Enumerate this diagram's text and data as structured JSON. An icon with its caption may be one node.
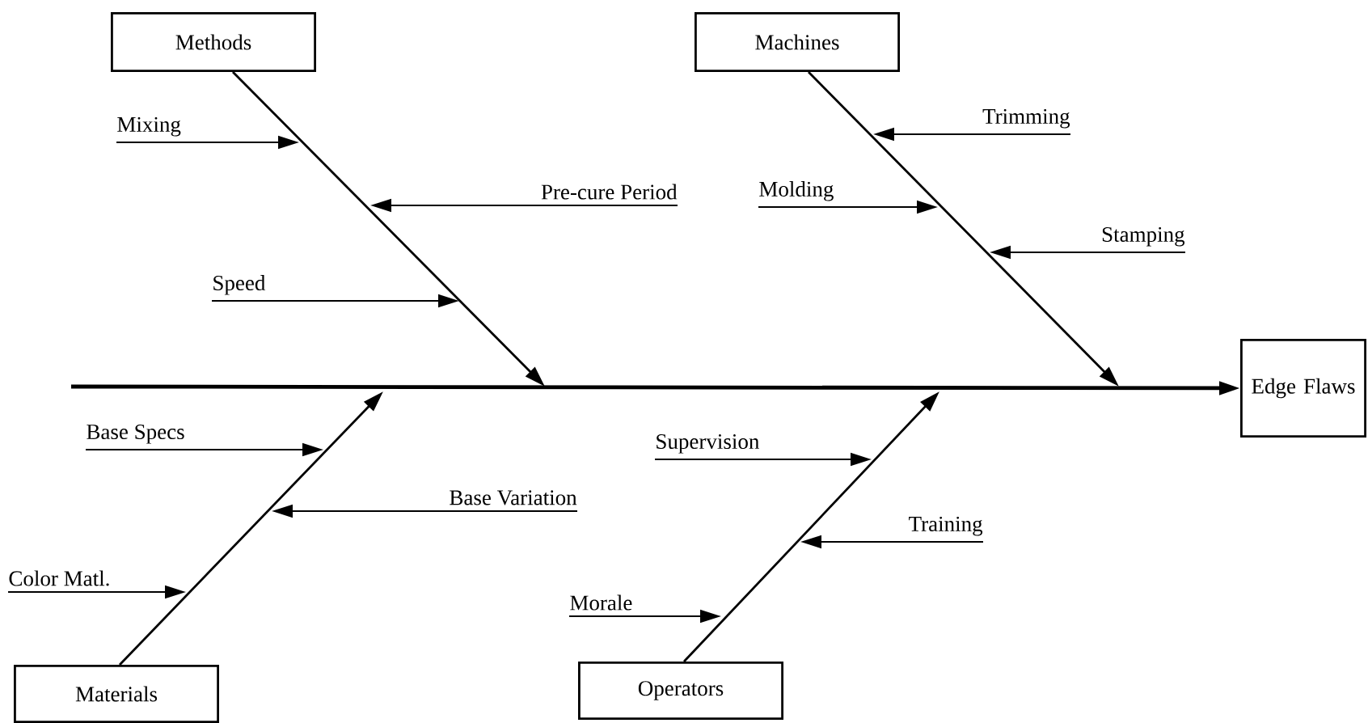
{
  "diagram": {
    "nodes": [
      {
        "text": [
          "Methods"
        ]
      },
      {
        "text": [
          "Machines"
        ]
      },
      {
        "text": [
          "Mixing"
        ]
      },
      {
        "text": [
          "Trimming"
        ]
      },
      {
        "text": [
          "Pre-cure Period"
        ]
      },
      {
        "text": [
          "Molding"
        ]
      },
      {
        "text": [
          "Stamping"
        ]
      },
      {
        "text": [
          "Speed"
        ]
      },
      {
        "text": [
          "Edge Flaws"
        ]
      },
      {
        "text": [
          "Base Specs"
        ]
      },
      {
        "text": [
          "Supervision"
        ]
      },
      {
        "text": [
          "Base Variation"
        ]
      },
      {
        "text": [
          "Training"
        ]
      },
      {
        "text": [
          "Color Matl."
        ]
      },
      {
        "text": [
          "Morale"
        ]
      },
      {
        "text": [
          "Materials"
        ]
      },
      {
        "text": [
          "Operators"
        ]
      }
    ],
    "edges": [
      {
        "from": null,
        "to": 8,
        "arrow": "to",
        "style": "thick"
      },
      {
        "from": 0,
        "to": null,
        "arrow": "to"
      },
      {
        "from": 1,
        "to": null,
        "arrow": "to"
      },
      {
        "from": 15,
        "to": null,
        "arrow": "to"
      },
      {
        "from": 16,
        "to": null,
        "arrow": "to"
      },
      {
        "from": 2,
        "to": null,
        "arrow": "to"
      },
      {
        "from": 4,
        "to": null,
        "arrow": "to"
      },
      {
        "from": 7,
        "to": null,
        "arrow": "to"
      },
      {
        "from": 3,
        "to": null,
        "arrow": "to"
      },
      {
        "from": 5,
        "to": null,
        "arrow": "to"
      },
      {
        "from": 6,
        "to": null,
        "arrow": "to"
      },
      {
        "from": 9,
        "to": null,
        "arrow": "to"
      },
      {
        "from": 11,
        "to": null,
        "arrow": "to"
      },
      {
        "from": 13,
        "to": null,
        "arrow": "to"
      },
      {
        "from": 10,
        "to": null,
        "arrow": "to"
      },
      {
        "from": 12,
        "to": null,
        "arrow": "to"
      },
      {
        "from": 14,
        "to": null,
        "arrow": "to"
      }
    ]
  }
}
